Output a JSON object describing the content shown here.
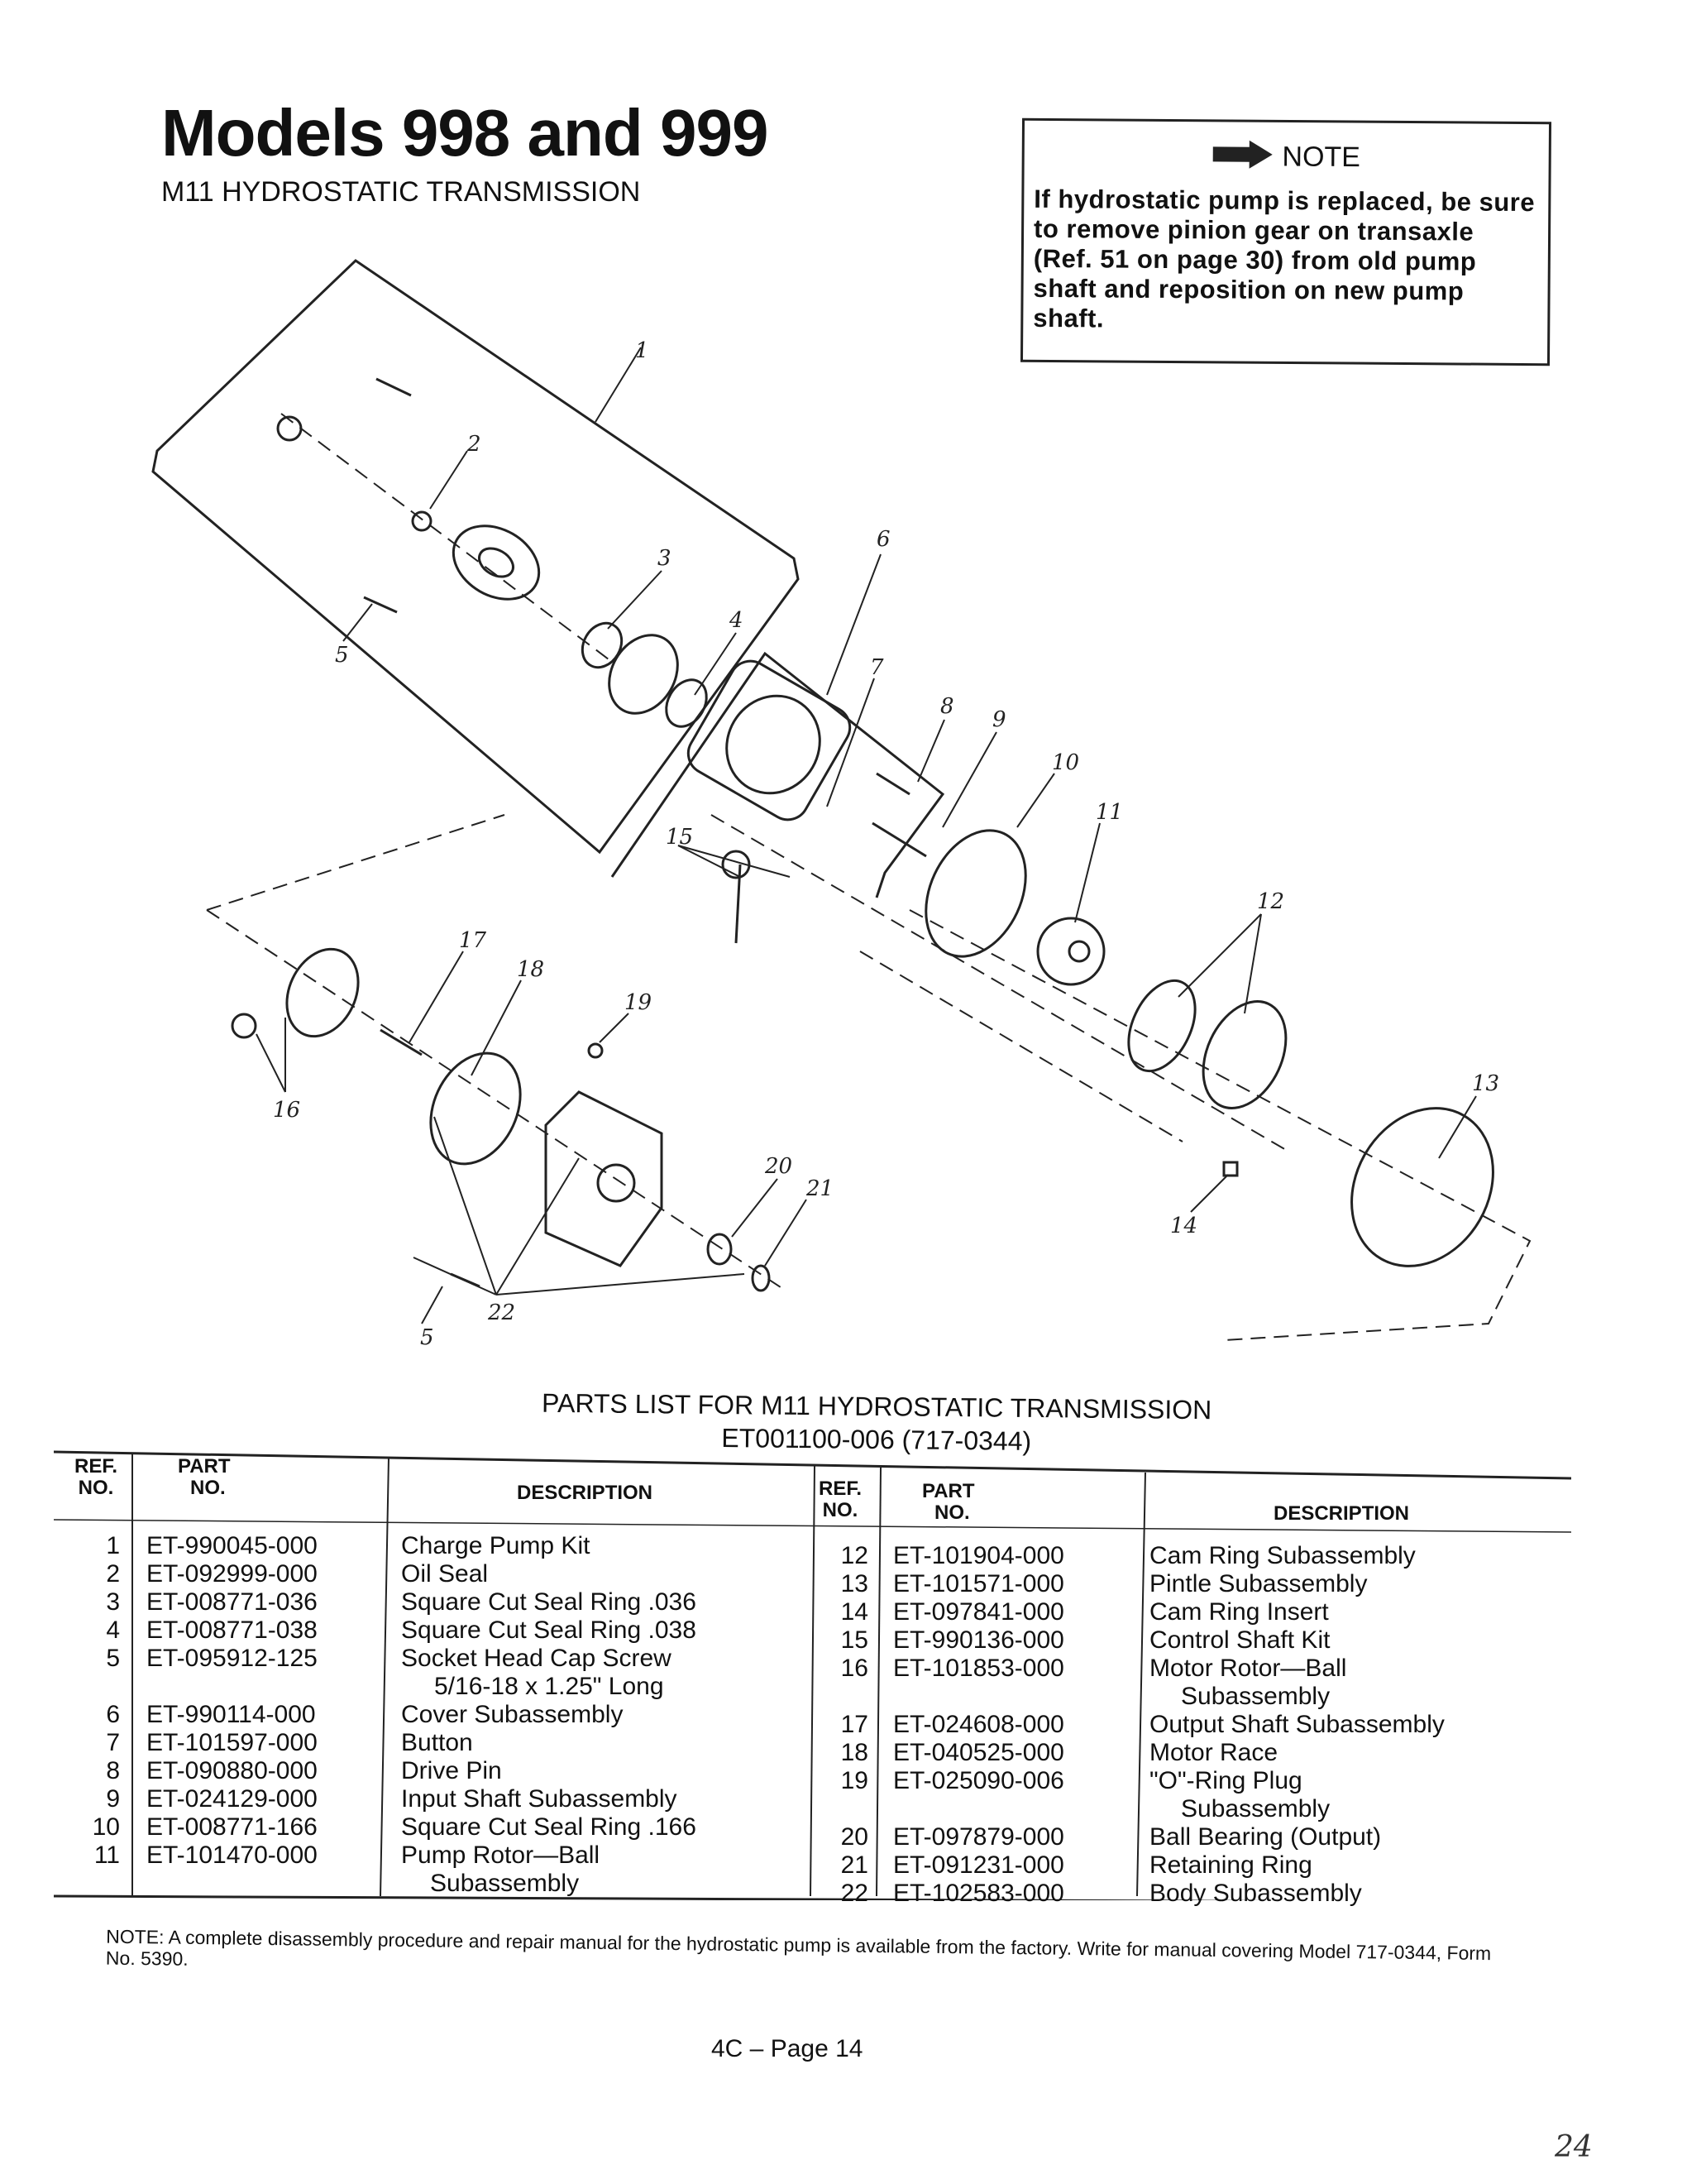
{
  "header": {
    "title": "Models 998 and 999",
    "subtitle": "M11 HYDROSTATIC TRANSMISSION"
  },
  "note": {
    "label": "NOTE",
    "icon": "arrow-right-icon",
    "text": "If hydrostatic pump is replaced, be sure to remove pinion gear on transaxle (Ref. 51 on page 30) from old pump shaft and reposition on new pump shaft."
  },
  "diagram": {
    "callouts": [
      "1",
      "2",
      "3",
      "4",
      "5",
      "6",
      "7",
      "8",
      "9",
      "10",
      "11",
      "12",
      "13",
      "14",
      "15",
      "16",
      "17",
      "18",
      "19",
      "20",
      "21",
      "22",
      "5"
    ]
  },
  "parts_list": {
    "title": "PARTS LIST FOR M11 HYDROSTATIC TRANSMISSION",
    "subtitle": "ET001100-006 (717-0344)",
    "headers": {
      "ref_line1": "REF.",
      "ref_line2": "NO.",
      "part_line1": "PART",
      "part_line2": "NO.",
      "description": "DESCRIPTION"
    },
    "left": [
      {
        "ref": "1",
        "part": "ET-990045-000",
        "desc": "Charge Pump Kit"
      },
      {
        "ref": "2",
        "part": "ET-092999-000",
        "desc": "Oil Seal"
      },
      {
        "ref": "3",
        "part": "ET-008771-036",
        "desc": "Square Cut Seal Ring .036"
      },
      {
        "ref": "4",
        "part": "ET-008771-038",
        "desc": "Square Cut Seal Ring .038"
      },
      {
        "ref": "5",
        "part": "ET-095912-125",
        "desc": "Socket Head Cap Screw"
      },
      {
        "ref": "",
        "part": "",
        "desc": "5/16-18 x 1.25\" Long"
      },
      {
        "ref": "6",
        "part": "ET-990114-000",
        "desc": "Cover Subassembly"
      },
      {
        "ref": "7",
        "part": "ET-101597-000",
        "desc": "Button"
      },
      {
        "ref": "8",
        "part": "ET-090880-000",
        "desc": "Drive Pin"
      },
      {
        "ref": "9",
        "part": "ET-024129-000",
        "desc": "Input Shaft Subassembly"
      },
      {
        "ref": "10",
        "part": "ET-008771-166",
        "desc": "Square Cut Seal Ring .166"
      },
      {
        "ref": "11",
        "part": "ET-101470-000",
        "desc": "Pump Rotor—Ball"
      },
      {
        "ref": "",
        "part": "",
        "desc": "Subassembly"
      }
    ],
    "right": [
      {
        "ref": "12",
        "part": "ET-101904-000",
        "desc": "Cam Ring Subassembly"
      },
      {
        "ref": "13",
        "part": "ET-101571-000",
        "desc": "Pintle Subassembly"
      },
      {
        "ref": "14",
        "part": "ET-097841-000",
        "desc": "Cam Ring Insert"
      },
      {
        "ref": "15",
        "part": "ET-990136-000",
        "desc": "Control Shaft Kit"
      },
      {
        "ref": "16",
        "part": "ET-101853-000",
        "desc": "Motor Rotor—Ball"
      },
      {
        "ref": "",
        "part": "",
        "desc": "Subassembly"
      },
      {
        "ref": "17",
        "part": "ET-024608-000",
        "desc": "Output Shaft Subassembly"
      },
      {
        "ref": "18",
        "part": "ET-040525-000",
        "desc": "Motor Race"
      },
      {
        "ref": "19",
        "part": "ET-025090-006",
        "desc": "\"O\"-Ring Plug"
      },
      {
        "ref": "",
        "part": "",
        "desc": "Subassembly"
      },
      {
        "ref": "20",
        "part": "ET-097879-000",
        "desc": "Ball Bearing (Output)"
      },
      {
        "ref": "21",
        "part": "ET-091231-000",
        "desc": "Retaining Ring"
      },
      {
        "ref": "22",
        "part": "ET-102583-000",
        "desc": "Body Subassembly"
      }
    ]
  },
  "footnote": "NOTE: A complete disassembly procedure and repair manual for the hydrostatic pump is available from the factory. Write for manual covering Model 717-0344, Form No. 5390.",
  "page_number": "4C – Page 14",
  "handwritten": "24"
}
